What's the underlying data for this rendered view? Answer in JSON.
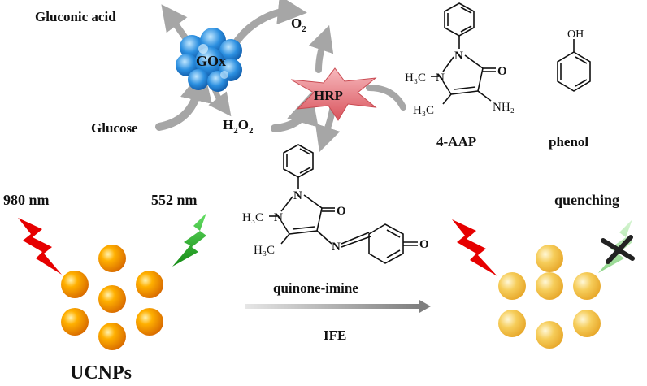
{
  "labels": {
    "gluconic_acid": "Gluconic acid",
    "gox": "GOx",
    "o2_main": "O",
    "o2_sub": "2",
    "glucose": "Glucose",
    "h2o2_h": "H",
    "h2o2_sub1": "2",
    "h2o2_o": "O",
    "h2o2_sub2": "2",
    "hrp": "HRP",
    "aap": "4-AAP",
    "plus": "+",
    "phenol": "phenol",
    "oh": "OH",
    "quinone_imine": "quinone-imine",
    "ife": "IFE",
    "nm980": "980 nm",
    "nm552": "552 nm",
    "quenching": "quenching",
    "ucnps": "UCNPs"
  },
  "chem": {
    "aap_n": "N",
    "aap_n1": "N",
    "aap_ch3_n": "H₃C",
    "aap_o": "O",
    "aap_h3c": "H₃C",
    "aap_nh2": "NH₂",
    "qi_n": "N",
    "qi_n1": "N",
    "qi_ch3_n": "H₃C",
    "qi_o": "O",
    "qi_h3c": "H₃C",
    "qi_n_imine": "N",
    "qi_o2": "O"
  },
  "colors": {
    "arrow_gray": "#a6a6a6",
    "laser_red": "#e60000",
    "emission_green": "#22aa22",
    "particle_orange": "#f08c00",
    "particle_quenched": "#f2c14e",
    "gox_blue": "#1e88e5",
    "hrp_pink": "#e8737a"
  }
}
